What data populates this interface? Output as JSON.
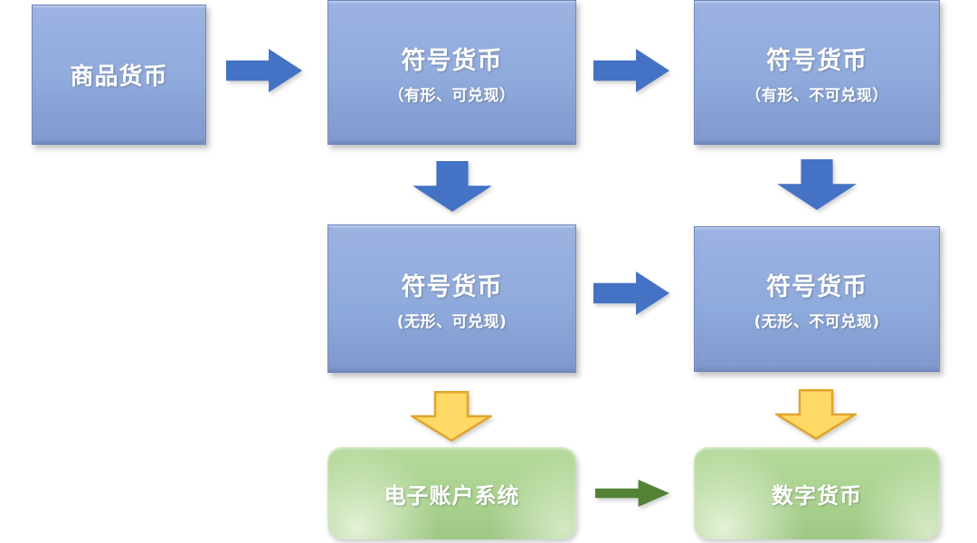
{
  "diagram": {
    "title_hint": "evolution-of-money-flowchart",
    "nodes": {
      "commodity": {
        "title": "商品货币"
      },
      "symbol_tangible_redeemable": {
        "title": "符号货币",
        "subtitle": "（有形、可兑现）"
      },
      "symbol_tangible_nonredeemable": {
        "title": "符号货币",
        "subtitle": "（有形、不可兑现）"
      },
      "symbol_intangible_redeemable": {
        "title": "符号货币",
        "subtitle": "(无形、可兑现)"
      },
      "symbol_intangible_nonredeemable": {
        "title": "符号货币",
        "subtitle": "(无形、不可兑现)"
      },
      "electronic_account_system": {
        "title": "电子账户系统"
      },
      "digital_currency": {
        "title": "数字货币"
      }
    },
    "edges": [
      {
        "from": "commodity",
        "to": "symbol_tangible_redeemable",
        "direction": "right",
        "color": "blue"
      },
      {
        "from": "symbol_tangible_redeemable",
        "to": "symbol_tangible_nonredeemable",
        "direction": "right",
        "color": "blue"
      },
      {
        "from": "symbol_tangible_redeemable",
        "to": "symbol_intangible_redeemable",
        "direction": "down",
        "color": "blue"
      },
      {
        "from": "symbol_tangible_nonredeemable",
        "to": "symbol_intangible_nonredeemable",
        "direction": "down",
        "color": "blue"
      },
      {
        "from": "symbol_intangible_redeemable",
        "to": "symbol_intangible_nonredeemable",
        "direction": "right",
        "color": "blue"
      },
      {
        "from": "symbol_intangible_redeemable",
        "to": "electronic_account_system",
        "direction": "down",
        "color": "yellow"
      },
      {
        "from": "symbol_intangible_nonredeemable",
        "to": "digital_currency",
        "direction": "down",
        "color": "yellow"
      },
      {
        "from": "electronic_account_system",
        "to": "digital_currency",
        "direction": "right",
        "color": "green"
      }
    ],
    "colors": {
      "blue_box_fill": "#8FAADC",
      "blue_box_border": "#6E86BF",
      "blue_arrow": "#4472C4",
      "yellow_arrow_fill": "#FFD966",
      "yellow_arrow_border": "#E0A42B",
      "green_box_fill": "#A9D18E",
      "green_arrow": "#548235",
      "text": "#FFFFFF"
    }
  }
}
